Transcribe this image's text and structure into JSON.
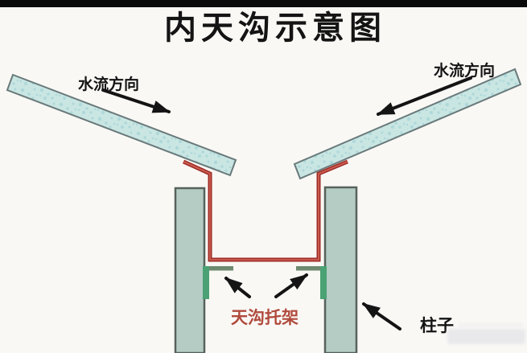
{
  "title": "内天沟示意图",
  "labels": {
    "flow_left": "水流方向",
    "flow_right": "水流方向",
    "bracket": "天沟托架",
    "column": "柱子"
  },
  "colors": {
    "top_bar": "#0b0b0b",
    "background": "#f9f8f5",
    "panel_fill": "#c9e6e3",
    "panel_speckle": "#96cbd2",
    "panel_border": "#69797a",
    "column_fill": "#b4ccc4",
    "column_border": "#57625c",
    "gutter_red_dark": "#9e2c26",
    "gutter_red_light": "#cd5f53",
    "bracket_green": "#4aa173",
    "bracket_lip": "#6f8a6f",
    "bracket_label_color": "#b04a3c",
    "text": "#141414",
    "watermark": "#e9e9ec",
    "watermark_faint": "#f2f2f0"
  }
}
